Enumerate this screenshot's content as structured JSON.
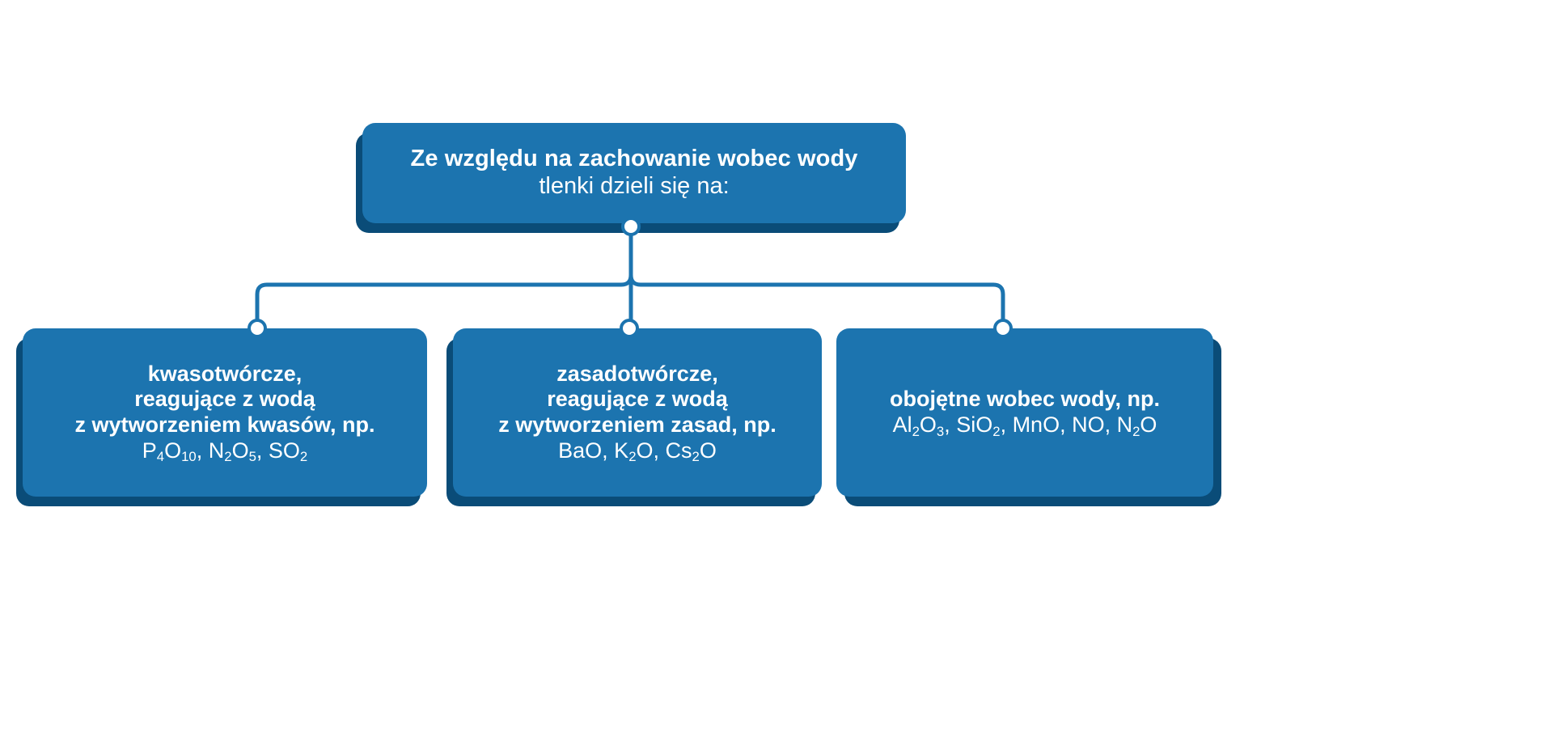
{
  "diagram": {
    "title": "Ze względu na zachowanie wobec wody tlenki dzieli się na:",
    "colors": {
      "node_fill": "#1c74af",
      "node_shadow": "#0a4c78",
      "connector": "#1c74af",
      "knob_fill": "#ffffff",
      "text": "#ffffff",
      "background": "#ffffff"
    },
    "root": {
      "line1": "Ze względu na zachowanie wobec wody",
      "line2": "tlenki dzieli się na:"
    },
    "children": [
      {
        "id": "acidic",
        "line1": "kwasotwórcze,",
        "line2": "reagujące z wodą",
        "line3": "z wytworzeniem kwasów, np.",
        "formulas": [
          {
            "element": "P",
            "sub1": "4",
            "element2": "O",
            "sub2": "10"
          },
          {
            "element": "N",
            "sub1": "2",
            "element2": "O",
            "sub2": "5"
          },
          {
            "element": "SO",
            "sub1": "2",
            "element2": "",
            "sub2": ""
          }
        ],
        "formula_text": "P4O10, N2O5, SO2"
      },
      {
        "id": "basic",
        "line1": "zasadotwórcze,",
        "line2": "reagujące z wodą",
        "line3": "z wytworzeniem zasad, np.",
        "formula_text": "BaO, K2O, Cs2O"
      },
      {
        "id": "neutral",
        "line1": "obojętne wobec wody, np.",
        "formula_text": "Al2O3, SiO2, MnO, NO, N2O"
      }
    ],
    "knobs": {
      "root_label": "root-connector-knob",
      "acidic_label": "acidic-connector-knob",
      "basic_label": "basic-connector-knob",
      "neutral_label": "neutral-connector-knob"
    }
  }
}
